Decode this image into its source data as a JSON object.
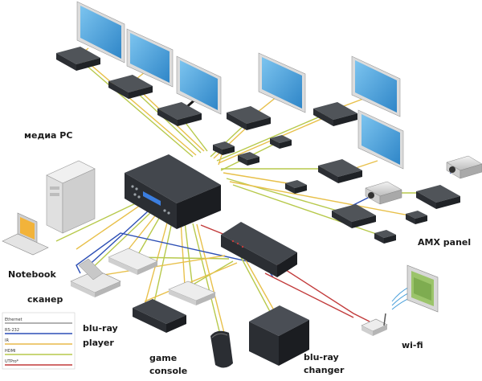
{
  "labels": {
    "media_pc": "медиа PC",
    "notebook": "Notebook",
    "scanner": "сканер",
    "bluray_player_line1": "blu-ray",
    "bluray_player_line2": "player",
    "game_console_line1": "game",
    "game_console_line2": "console",
    "bluray_changer_line1": "blu-ray",
    "bluray_changer_line2": "changer",
    "wifi": "wi-fi",
    "amx_panel": "AMX panel"
  },
  "legend": {
    "items": [
      {
        "label": "Ethernet",
        "color": "#9a9a9a"
      },
      {
        "label": "RS-232",
        "color": "#2d4fb5"
      },
      {
        "label": "IR",
        "color": "#e8b84a"
      },
      {
        "label": "HDMI",
        "color": "#b7c94b"
      },
      {
        "label": "UTPro*",
        "color": "#c23b3b"
      }
    ]
  },
  "colors": {
    "cable_green": "#b7c94b",
    "cable_yellow": "#e8c04a",
    "cable_red": "#c23b3b",
    "cable_blue": "#2d4fb5",
    "device_dark": "#2b2e33",
    "screen_blue": "#4aa0da"
  }
}
